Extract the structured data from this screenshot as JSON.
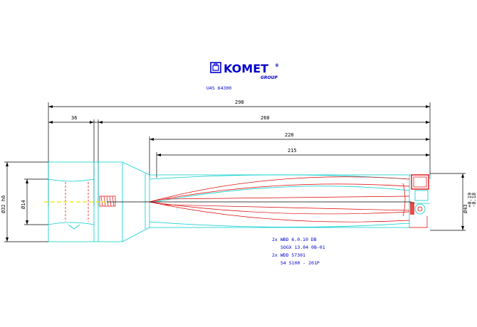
{
  "logo": {
    "brand": "KOMET",
    "registered": "®",
    "sub": "GROUP"
  },
  "part_number": "U4S 64300",
  "dimensions": {
    "overall": "298",
    "shank_part": "36",
    "body_length": "260",
    "d220": "220",
    "d215": "215",
    "shank_diameter": "Ø32 h6",
    "shank_bore": "Ø14",
    "drill_diameter": "Ø43",
    "tolerance_upper": "+0.19",
    "tolerance_lower": "-0.18"
  },
  "specs": [
    "2x WBD 6.0.10 DB",
    "SOGX 13.04 0B-01",
    "2x WDD 57301",
    "S4 S100 - 201P"
  ],
  "colors": {
    "cyan": "#00cccc",
    "red": "#dd0000",
    "blue": "#0000cc",
    "black": "#000000",
    "yellow": "#e6e600"
  }
}
